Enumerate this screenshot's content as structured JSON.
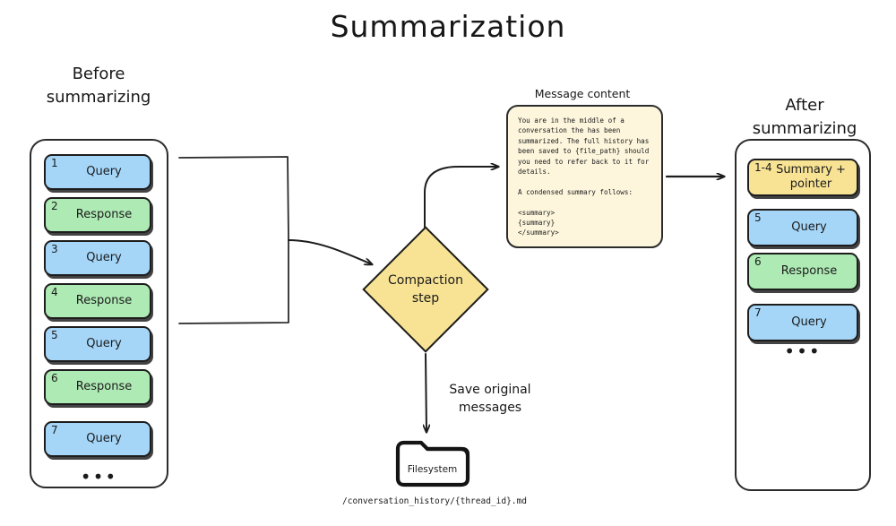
{
  "title": "Summarization",
  "colors": {
    "query": "#a5d6f8",
    "response": "#aeeab4",
    "summary": "#f8e394",
    "card": "#fdf6dd",
    "stroke": "#1d1d1d"
  },
  "before": {
    "heading_line1": "Before",
    "heading_line2": "summarizing",
    "items": [
      {
        "num": "1",
        "label": "Query",
        "kind": "q"
      },
      {
        "num": "2",
        "label": "Response",
        "kind": "r"
      },
      {
        "num": "3",
        "label": "Query",
        "kind": "q"
      },
      {
        "num": "4",
        "label": "Response",
        "kind": "r"
      },
      {
        "num": "5",
        "label": "Query",
        "kind": "q"
      },
      {
        "num": "6",
        "label": "Response",
        "kind": "r"
      },
      {
        "num": "7",
        "label": "Query",
        "kind": "q"
      }
    ],
    "ellipsis": "•••"
  },
  "after": {
    "heading_line1": "After",
    "heading_line2": "summarizing",
    "items": [
      {
        "num": "1-4",
        "label": "Summary +\npointer",
        "kind": "s"
      },
      {
        "num": "5",
        "label": "Query",
        "kind": "q"
      },
      {
        "num": "6",
        "label": "Response",
        "kind": "r"
      },
      {
        "num": "7",
        "label": "Query",
        "kind": "q"
      }
    ],
    "ellipsis": "•••"
  },
  "message_card": {
    "label": "Message content",
    "body": "You are in the middle of a\nconversation the has been\nsummarized. The full history has\nbeen saved to {file_path} should\nyou need to refer back to it for\ndetails.\n\nA condensed summary follows:\n\n<summary>\n{summary}\n</summary>"
  },
  "process": {
    "diamond_line1": "Compaction",
    "diamond_line2": "step",
    "save_line1": "Save original",
    "save_line2": "messages"
  },
  "filesystem": {
    "label": "Filesystem",
    "path_caption": "/conversation_history/{thread_id}.md"
  }
}
